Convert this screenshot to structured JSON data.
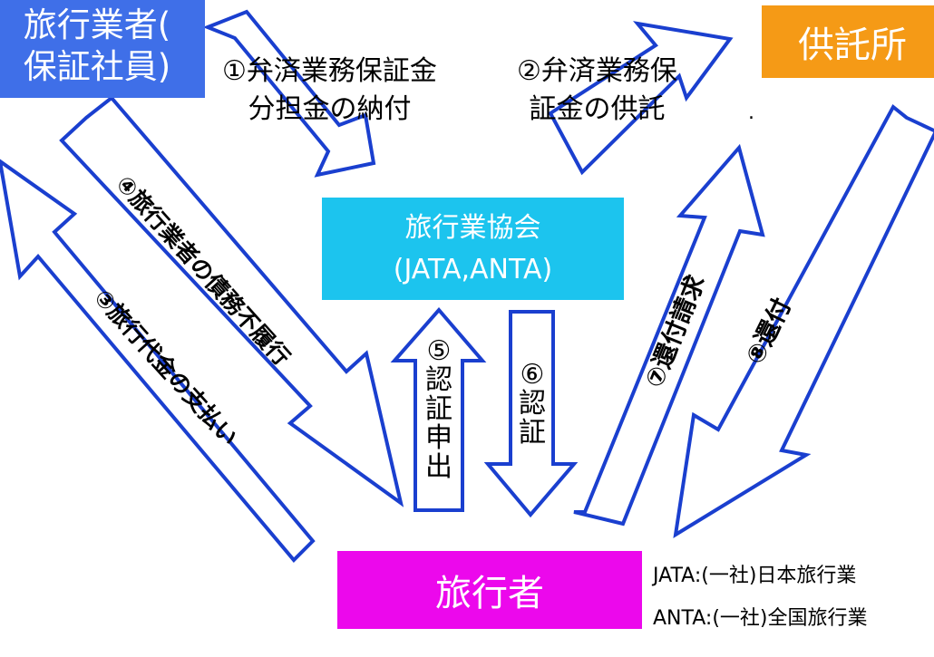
{
  "nodes": {
    "agent": {
      "line1": "旅行業者(",
      "line2": "保証社員)"
    },
    "depository": "供託所",
    "association": {
      "line1": "旅行業協会",
      "line2": "(JATA,ANTA)"
    },
    "traveler": "旅行者"
  },
  "steps": {
    "s1": {
      "line1": "①弁済業務保証金",
      "line2": "分担金の納付"
    },
    "s2": {
      "line1": "②弁済業務保",
      "line2": "証金の供託"
    },
    "s3": "③旅行代金の支払い",
    "s4": "④旅行業者の債務不履行",
    "s5": [
      "⑤",
      "認",
      "証",
      "申",
      "出"
    ],
    "s6": [
      "⑥",
      "認",
      "証"
    ],
    "s7": "⑦還付請求",
    "s8": "⑧還付"
  },
  "notes": {
    "jata": "JATA:(一社)日本旅行業",
    "anta": "ANTA:(一社)全国旅行業"
  },
  "stray_mark": "."
}
